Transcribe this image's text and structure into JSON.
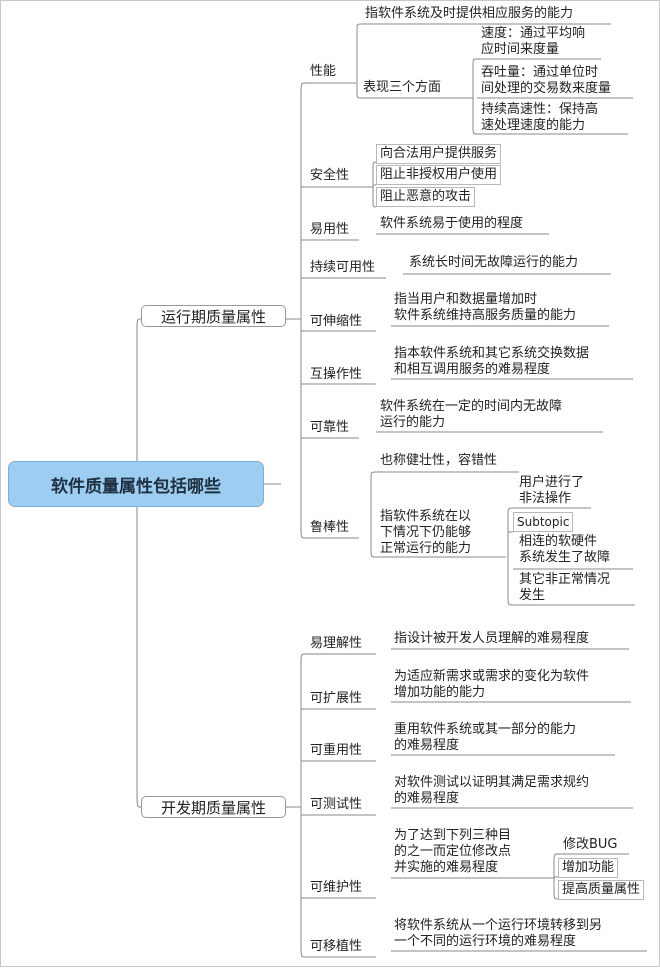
{
  "root": "软件质量属性包括哪些",
  "branches": {
    "runtime": {
      "label": "运行期质量属性",
      "performance": {
        "label": "性能",
        "def": "指软件系统及时提供相应服务的能力",
        "aspects": {
          "label": "表现三个方面",
          "items": [
            "速度：通过平均响\n应时间来度量",
            "吞吐量：通过单位时\n间处理的交易数来度量",
            "持续高速性：保持高\n速处理速度的能力"
          ]
        }
      },
      "security": {
        "label": "安全性",
        "items": [
          "向合法用户提供服务",
          "阻止非授权用户使用",
          "阻止恶意的攻击"
        ]
      },
      "usability": {
        "label": "易用性",
        "def": "软件系统易于使用的程度"
      },
      "availability": {
        "label": "持续可用性",
        "def": "系统长时间无故障运行的能力"
      },
      "scalability": {
        "label": "可伸缩性",
        "def": "指当用户和数据量增加时\n软件系统维持高服务质量的能力"
      },
      "interop": {
        "label": "互操作性",
        "def": "指本软件系统和其它系统交换数据\n和相互调用服务的难易程度"
      },
      "reliability": {
        "label": "可靠性",
        "def": "软件系统在一定的时间内无故障\n运行的能力"
      },
      "robustness": {
        "label": "鲁棒性",
        "alias": "也称健壮性，容错性",
        "def": "指软件系统在以\n下情况下仍能够\n正常运行的能力",
        "cases": [
          "用户进行了\n非法操作",
          "Subtopic",
          "相连的软硬件\n系统发生了故障",
          "其它非正常情况\n发生"
        ]
      }
    },
    "dev": {
      "label": "开发期质量属性",
      "understandability": {
        "label": "易理解性",
        "def": "指设计被开发人员理解的难易程度"
      },
      "extensibility": {
        "label": "可扩展性",
        "def": "为适应新需求或需求的变化为软件\n增加功能的能力"
      },
      "reusability": {
        "label": "可重用性",
        "def": "重用软件系统或其一部分的能力\n的难易程度"
      },
      "testability": {
        "label": "可测试性",
        "def": "对软件测试以证明其满足需求规约\n的难易程度"
      },
      "maintainability": {
        "label": "可维护性",
        "def": "为了达到下列三种目\n的之一而定位修改点\n并实施的难易程度",
        "goals": [
          "修改BUG",
          "增加功能",
          "提高质量属性"
        ]
      },
      "portability": {
        "label": "可移植性",
        "def": "将软件系统从一个运行环境转移到另\n一个不同的运行环境的难易程度"
      }
    }
  }
}
